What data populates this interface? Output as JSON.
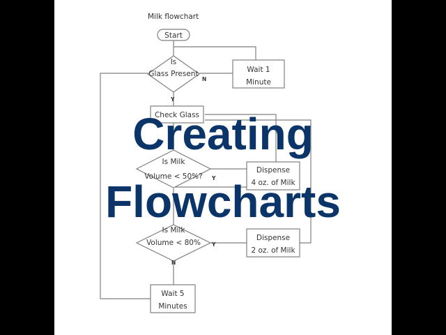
{
  "background_color": "#000000",
  "panel_color": "#ffffff",
  "line_color": "#7f7f7f",
  "overlay_color": "#0b3568",
  "flowchart": {
    "title": "Milk flowchart",
    "start": "Start",
    "decision1": [
      "Is",
      "Glass Present"
    ],
    "decision1_no": "N",
    "decision1_yes": "Y",
    "wait1": [
      "Wait 1",
      "Minute"
    ],
    "check": "Check Glass",
    "decision2": [
      "Is Milk",
      "Volume < 50%?"
    ],
    "decision2_yes": "Y",
    "dispense1": [
      "Dispense",
      "4 oz. of Milk"
    ],
    "decision3": [
      "Is Milk",
      "Volume < 80%"
    ],
    "decision3_yes": "Y",
    "decision3_no": "N",
    "dispense2": [
      "Dispense",
      "2 oz. of Milk"
    ],
    "wait5": [
      "Wait 5",
      "Minutes"
    ]
  },
  "overlay": {
    "line1": "Creating",
    "line2": "Flowcharts"
  }
}
